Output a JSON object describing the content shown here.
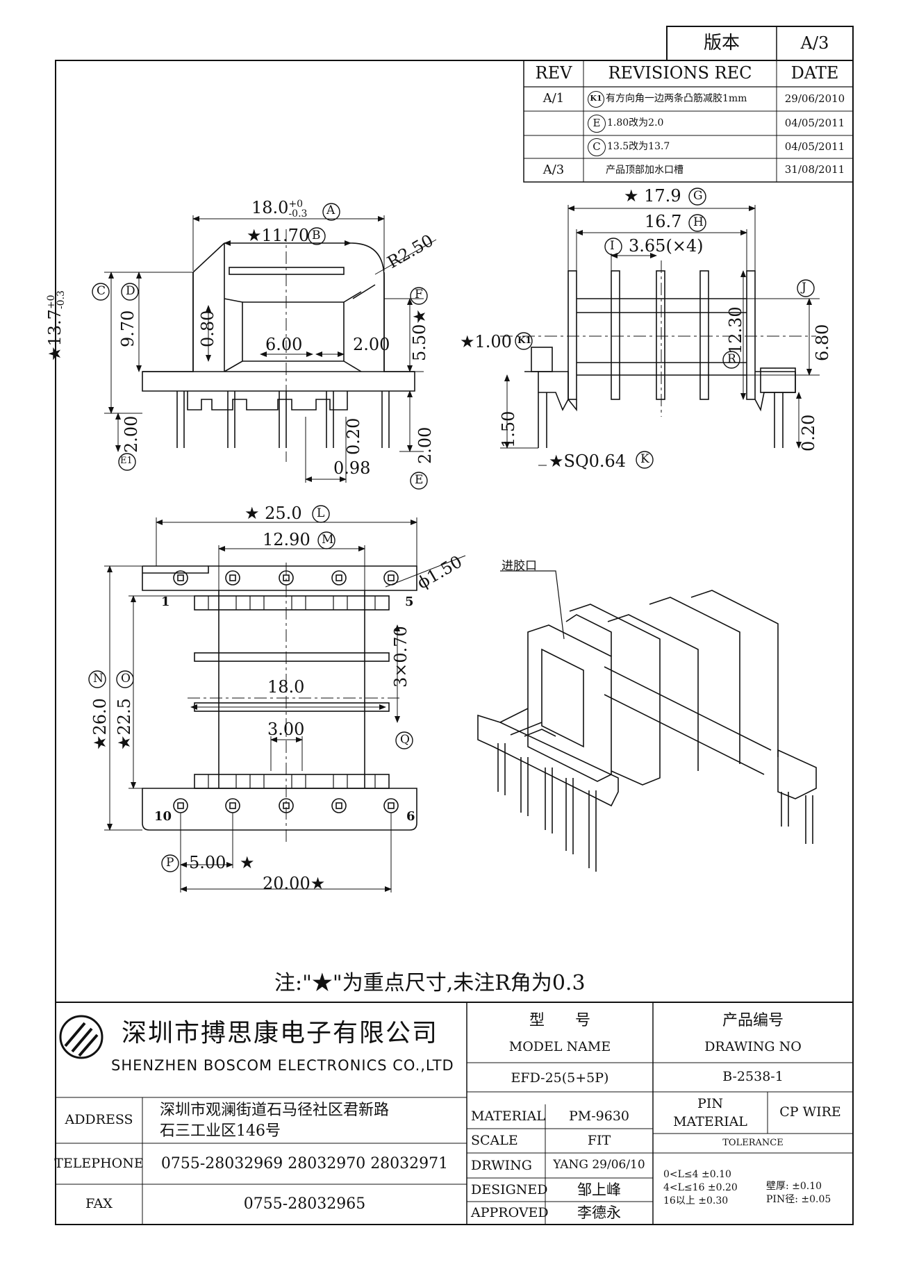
{
  "version_box": {
    "label": "版本",
    "value": "A/3"
  },
  "revisions": {
    "headers": {
      "rev": "REV",
      "rec": "REVISIONS REC",
      "date": "DATE"
    },
    "rows": [
      {
        "rev": "A/1",
        "mark": "K1",
        "note": "有方向角一边两条凸筋减胶1mm",
        "date": "29/06/2010"
      },
      {
        "rev": "",
        "mark": "E",
        "note": "1.80改为2.0",
        "date": "04/05/2011"
      },
      {
        "rev": "",
        "mark": "C",
        "note": "13.5改为13.7",
        "date": "04/05/2011"
      },
      {
        "rev": "A/3",
        "mark": "",
        "note": "产品顶部加水口槽",
        "date": "31/08/2011"
      }
    ]
  },
  "drawing": {
    "front": {
      "dim_a": "18.0",
      "tol_a_up": "+0",
      "tol_a_dn": "-0.3",
      "mark_a": "A",
      "dim_b": "★11.70",
      "mark_b": "B",
      "radius": "R2.50",
      "dim_c": "★13.7",
      "tol_c_up": "+0",
      "tol_c_dn": "-0.3",
      "mark_c": "C",
      "dim_d": "9.70",
      "mark_d": "D",
      "dim_080": "0.80",
      "dim_600": "6.00",
      "dim_200": "2.00",
      "dim_f": "5.50★",
      "mark_f": "F",
      "dim_e1": "2.00",
      "mark_e1": "E1",
      "dim_020": "0.20",
      "dim_098": "0.98",
      "dim_e": "2.00",
      "mark_e": "E"
    },
    "side": {
      "dim_g": "★ 17.9",
      "mark_g": "G",
      "dim_h": "16.7",
      "mark_h": "H",
      "mark_i": "I",
      "dim_i": "3.65(×4)",
      "dim_j": "6.80",
      "mark_j": "J",
      "dim_k1": "★1.00",
      "mark_k1": "K1",
      "dim_r": "12.30",
      "mark_r": "R",
      "dim_150": "1.50",
      "dim_020": "0.20",
      "dim_k": "★SQ0.64",
      "mark_k": "K"
    },
    "bottom": {
      "dim_l": "★ 25.0",
      "mark_l": "L",
      "dim_m": "12.90",
      "mark_m": "M",
      "dim_hole": "ϕ1.50",
      "dim_n": "★26.0",
      "mark_n": "N",
      "dim_o": "★22.5",
      "mark_o": "O",
      "dim_slot": "3×0.70",
      "dim_180": "18.0",
      "dim_300": "3.00",
      "mark_q": "Q",
      "dim_p": "5.00",
      "mark_p": "P",
      "star": "★",
      "dim_2000": "20.00★",
      "pin1": "1",
      "pin5": "5",
      "pin10": "10",
      "pin6": "6"
    },
    "iso": {
      "gate_label": "进胶口"
    },
    "note": "注:\"★\"为重点尺寸,未注R角为0.3"
  },
  "company": {
    "name_cn": "深圳市搏思康电子有限公司",
    "name_en": "SHENZHEN BOSCOM ELECTRONICS CO.,LTD",
    "address_label": "ADDRESS",
    "address_line1": "深圳市观澜街道石马径社区君新路",
    "address_line2": "石三工业区146号",
    "telephone_label": "TELEPHONE",
    "telephone": "0755-28032969 28032970 28032971",
    "fax_label": "FAX",
    "fax": "0755-28032965"
  },
  "title_block": {
    "model_cn": "型　　号",
    "model_en": "MODEL NAME",
    "model_value": "EFD-25(5+5P)",
    "drawing_no_cn": "产品编号",
    "drawing_no_en": "DRAWING NO",
    "drawing_no_value": "B-2538-1",
    "material_label": "MATERIAL",
    "material_value": "PM-9630",
    "scale_label": "SCALE",
    "scale_value": "FIT",
    "drwing_label": "DRWING",
    "drwing_value": "YANG 29/06/10",
    "designed_label": "DESIGNED",
    "designed_value": "邹上峰",
    "approved_label": "APPROVED",
    "approved_value": "李德永",
    "pin_material_label1": "PIN",
    "pin_material_label2": "MATERIAL",
    "pin_material_value": "CP WIRE",
    "tolerance_label": "TOLERANCE",
    "tol1": "0<L≤4  ±0.10",
    "tol2": "4<L≤16  ±0.20",
    "tol3": "16以上      ±0.30",
    "wall": "壁厚:   ±0.10",
    "pin_dia": "PIN径: ±0.05"
  }
}
